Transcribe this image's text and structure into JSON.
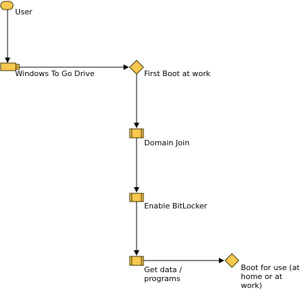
{
  "colors": {
    "shape_fill": "#f8c850",
    "shape_stroke": "#3a3000",
    "connector": "#000000"
  },
  "nodes": {
    "user": {
      "label": "User",
      "shape": "terminator"
    },
    "wtg_drive": {
      "label": "Windows To Go Drive",
      "shape": "usb-drive"
    },
    "first_boot": {
      "label": "First Boot at work",
      "shape": "decision"
    },
    "domain_join": {
      "label": "Domain Join",
      "shape": "process"
    },
    "bitlocker": {
      "label": "Enable BitLocker",
      "shape": "process"
    },
    "get_data": {
      "label": "Get data / programs",
      "shape": "process"
    },
    "boot_use": {
      "label": "Boot for use (at home or at work)",
      "shape": "decision"
    }
  },
  "edges": [
    {
      "from": "user",
      "to": "wtg_drive"
    },
    {
      "from": "wtg_drive",
      "to": "first_boot"
    },
    {
      "from": "first_boot",
      "to": "domain_join"
    },
    {
      "from": "domain_join",
      "to": "bitlocker"
    },
    {
      "from": "bitlocker",
      "to": "get_data"
    },
    {
      "from": "get_data",
      "to": "boot_use"
    }
  ]
}
